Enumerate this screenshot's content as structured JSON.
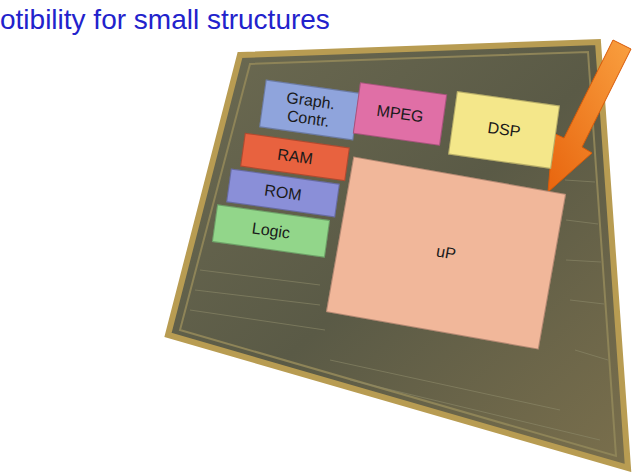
{
  "diagram": {
    "title": "otibility for small structures",
    "nodes": [
      {
        "text": [
          "Graph. Contr."
        ]
      },
      {
        "text": [
          "MPEG"
        ]
      },
      {
        "text": [
          "DSP"
        ]
      },
      {
        "text": [
          "RAM"
        ]
      },
      {
        "text": [
          "ROM"
        ]
      },
      {
        "text": [
          "Logic"
        ]
      },
      {
        "text": [
          "uP"
        ]
      }
    ]
  }
}
